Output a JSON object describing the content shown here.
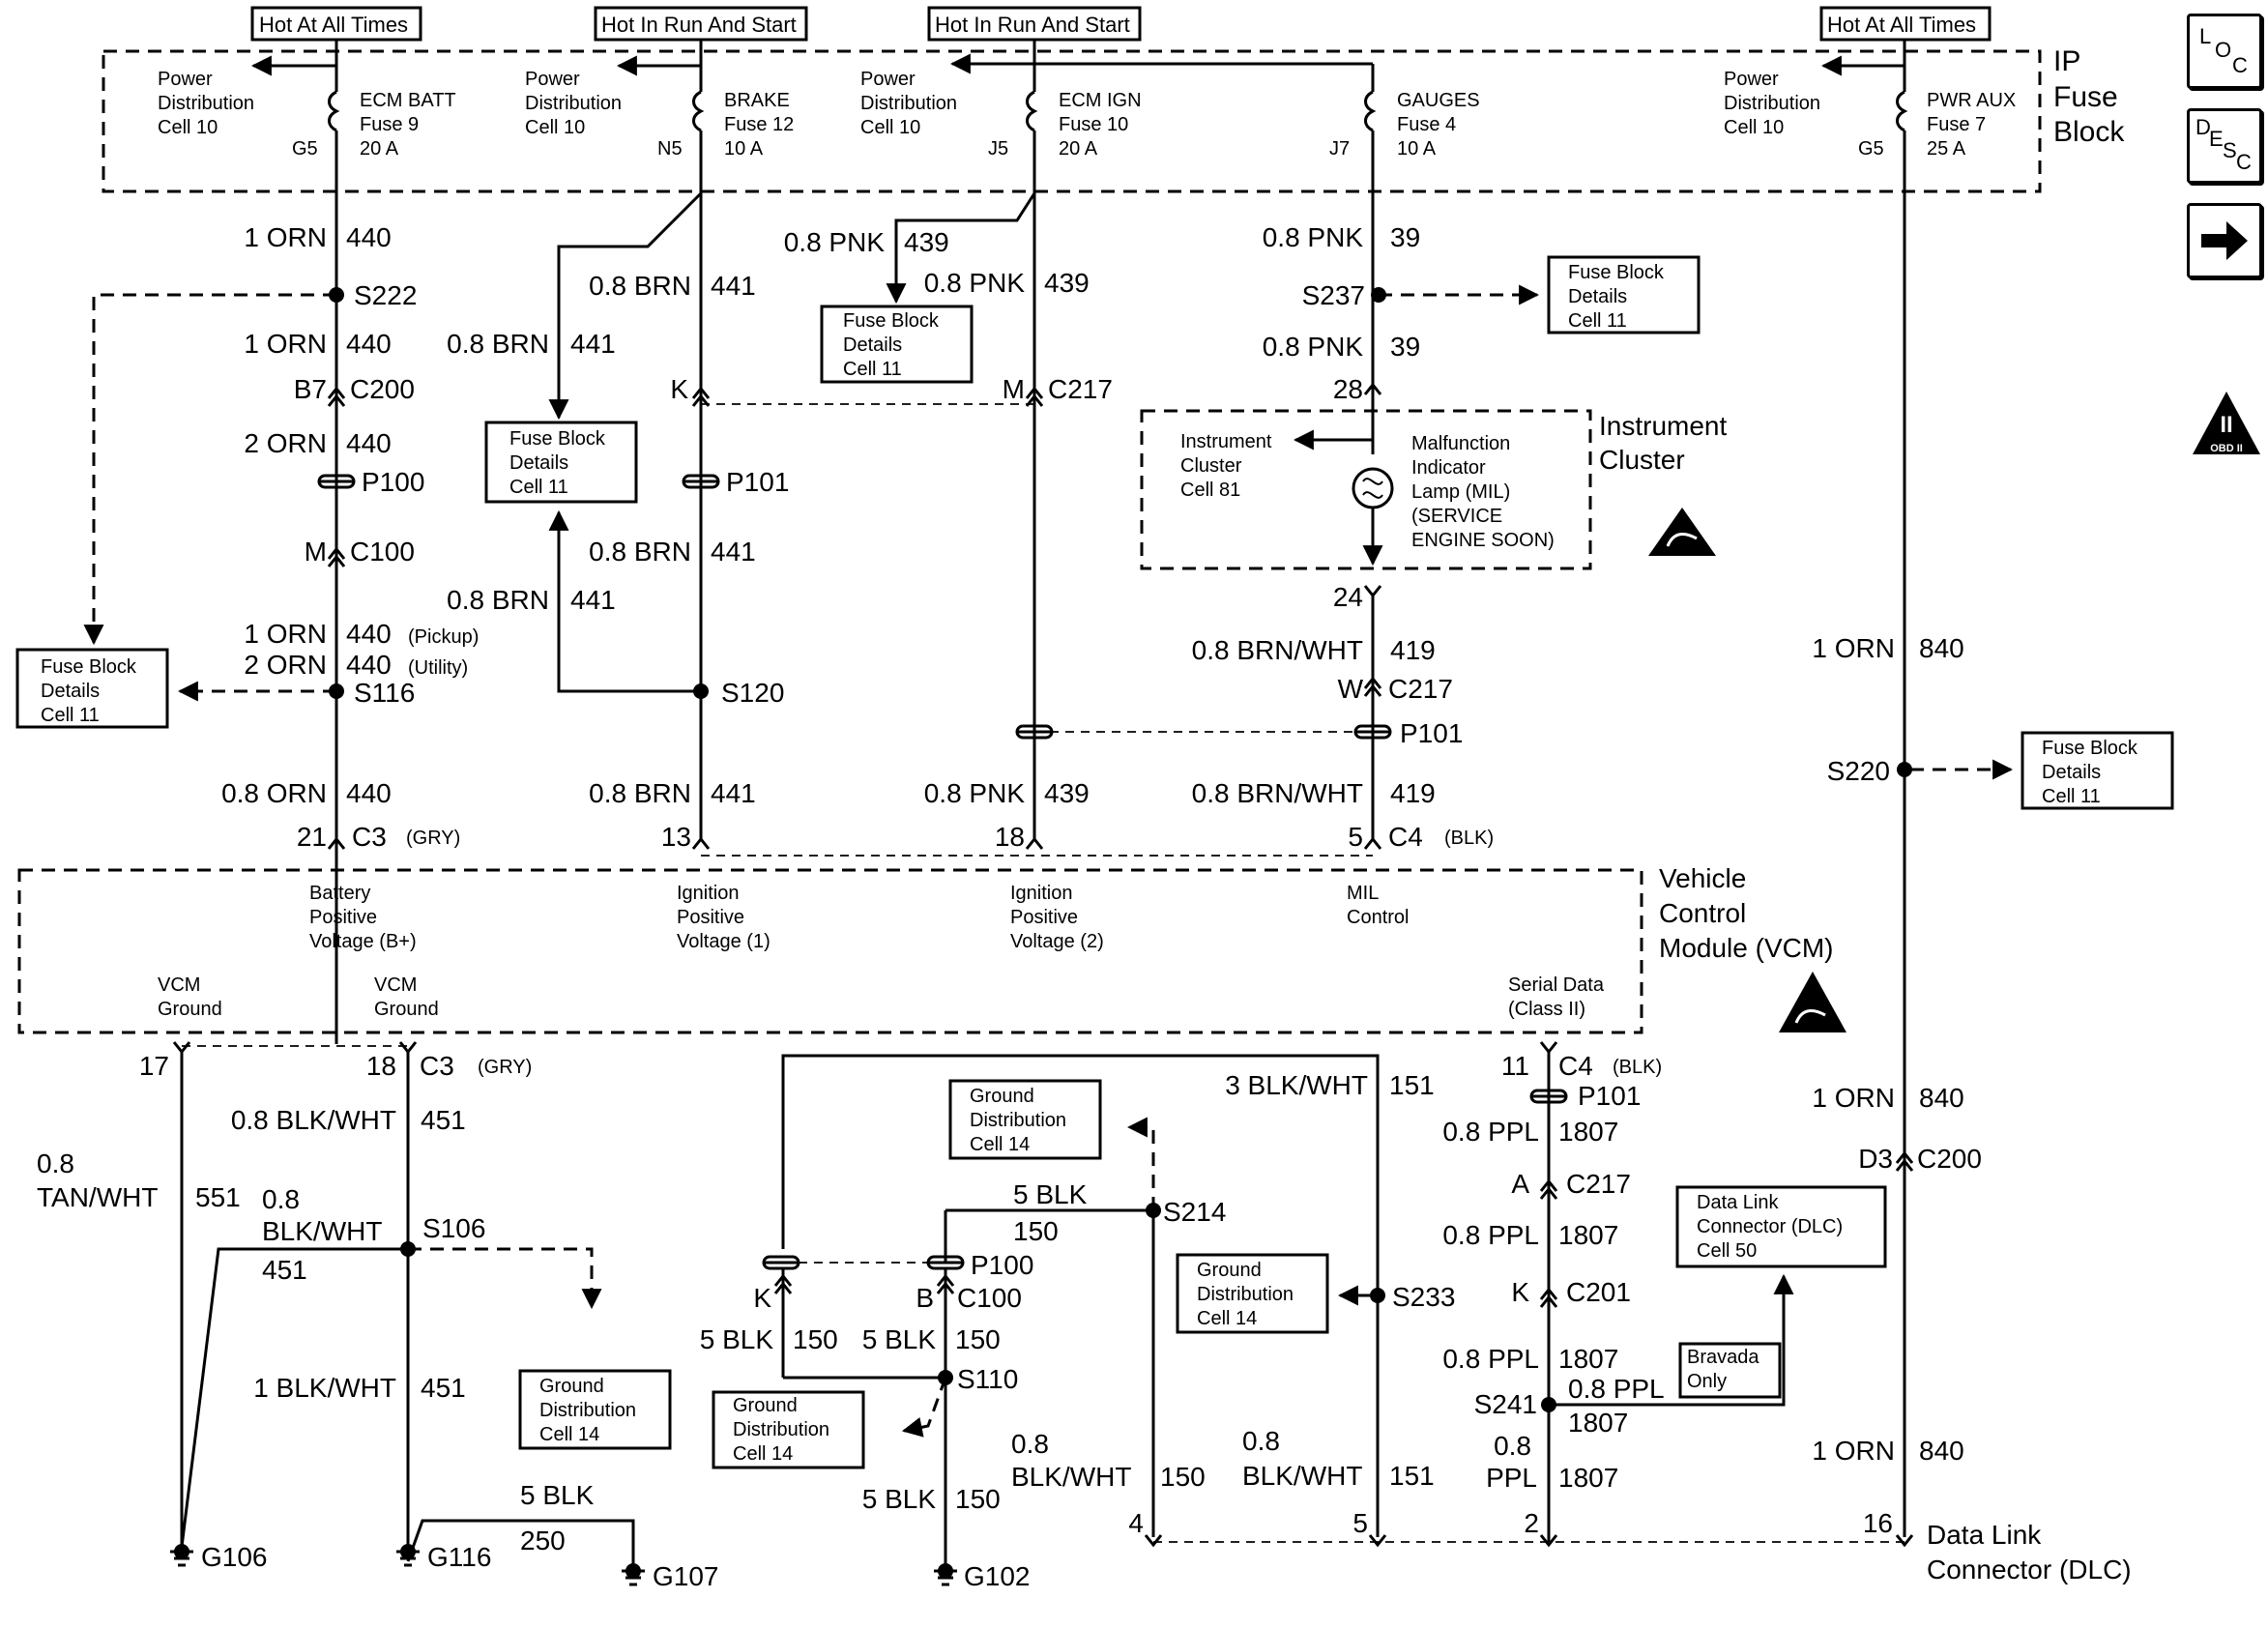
{
  "side_buttons": {
    "loc": {
      "l": "L",
      "o": "O",
      "c": "C"
    },
    "desc": {
      "d": "D",
      "e": "E",
      "s": "S",
      "c": "C"
    },
    "next_icon": "arrow-right-icon",
    "obd_label": "OBD II",
    "obd_roman": "II"
  },
  "headers": {
    "h1": "Hot At All Times",
    "h2": "Hot In Run And Start",
    "h3": "Hot In Run And Start",
    "h4": "Hot At All Times"
  },
  "ip_fuse_block": {
    "title": [
      "IP",
      "Fuse",
      "Block"
    ],
    "fuses": [
      {
        "pd": [
          "Power",
          "Distribution",
          "Cell 10"
        ],
        "name": "ECM BATT",
        "fuse": "Fuse 9",
        "amps": "20 A",
        "pin": "G5"
      },
      {
        "pd": [
          "Power",
          "Distribution",
          "Cell 10"
        ],
        "name": "BRAKE",
        "fuse": "Fuse 12",
        "amps": "10 A",
        "pin": "N5"
      },
      {
        "pd": [
          "Power",
          "Distribution",
          "Cell 10"
        ],
        "name": "ECM IGN",
        "fuse": "Fuse 10",
        "amps": "20 A",
        "pin": "J5"
      },
      {
        "pd": [],
        "name": "GAUGES",
        "fuse": "Fuse 4",
        "amps": "10 A",
        "pin": "J7"
      },
      {
        "pd": [
          "Power",
          "Distribution",
          "Cell 10"
        ],
        "name": "PWR AUX",
        "fuse": "Fuse 7",
        "amps": "25 A",
        "pin": "G5"
      }
    ]
  },
  "refboxes": {
    "fbd_a": [
      "Fuse Block",
      "Details",
      "Cell 11"
    ],
    "fbd_b": [
      "Fuse Block",
      "Details",
      "Cell 11"
    ],
    "fbd_c": [
      "Fuse Block",
      "Details",
      "Cell 11"
    ],
    "fbd_d": [
      "Fuse Block",
      "Details",
      "Cell 11"
    ],
    "fbd_e": [
      "Fuse Block",
      "Details",
      "Cell 11"
    ],
    "gd_a": [
      "Ground",
      "Distribution",
      "Cell 14"
    ],
    "gd_b": [
      "Ground",
      "Distribution",
      "Cell 14"
    ],
    "gd_c": [
      "Ground",
      "Distribution",
      "Cell 14"
    ],
    "gd_d": [
      "Ground",
      "Distribution",
      "Cell 14"
    ],
    "dlc_ref": [
      "Data Link",
      "Connector (DLC)",
      "Cell 50"
    ],
    "bravada": [
      "Bravada",
      "Only"
    ]
  },
  "cluster": {
    "title": [
      "Instrument",
      "Cluster"
    ],
    "ref": [
      "Instrument",
      "Cluster",
      "Cell 81"
    ],
    "mil": [
      "Malfunction",
      "Indicator",
      "Lamp (MIL)",
      "(SERVICE",
      "ENGINE SOON)"
    ]
  },
  "vcm": {
    "title": [
      "Vehicle",
      "Control",
      "Module (VCM)"
    ],
    "bplus": [
      "Battery",
      "Positive",
      "Voltage (B+)"
    ],
    "ign1": [
      "Ignition",
      "Positive",
      "Voltage (1)"
    ],
    "ign2": [
      "Ignition",
      "Positive",
      "Voltage (2)"
    ],
    "mil": [
      "MIL",
      "Control"
    ],
    "gnd1": [
      "VCM",
      "Ground"
    ],
    "gnd2": [
      "VCM",
      "Ground"
    ],
    "serial": [
      "Serial Data",
      "(Class II)"
    ]
  },
  "dlc": {
    "title": [
      "Data Link",
      "Connector (DLC)"
    ]
  },
  "wires": {
    "w440": "1 ORN",
    "c440": "440",
    "w440b": "1 ORN",
    "c440b": "440",
    "w440c": "2 ORN",
    "c440c": "440",
    "w440p": "1 ORN",
    "c440p": "440",
    "p440p": "(Pickup)",
    "w440u": "2 ORN",
    "c440u": "440",
    "p440u": "(Utility)",
    "w440d": "0.8 ORN",
    "c440d": "440",
    "w441": "0.8 BRN",
    "c441": "441",
    "w441b": "0.8 BRN",
    "c441b": "441",
    "w441c": "0.8 BRN",
    "c441c": "441",
    "w441d": "0.8 BRN",
    "c441d": "441",
    "w441e": "0.8 BRN",
    "c441e": "441",
    "w439": "0.8 PNK",
    "c439": "439",
    "w439b": "0.8 PNK",
    "c439b": "439",
    "w439c": "0.8 PNK",
    "c439c": "439",
    "w39": "0.8 PNK",
    "c39": "39",
    "w39b": "0.8 PNK",
    "c39b": "39",
    "w419": "0.8 BRN/WHT",
    "c419": "419",
    "w419b": "0.8 BRN/WHT",
    "c419b": "419",
    "w840": "1 ORN",
    "c840": "840",
    "w840b": "1 ORN",
    "c840b": "840",
    "w840c": "1 ORN",
    "c840c": "840",
    "w451": "0.8 BLK/WHT",
    "c451": "451",
    "w451b1": "0.8",
    "w451b2": "BLK/WHT",
    "c451b": "451",
    "w451c": "1 BLK/WHT",
    "c451c": "451",
    "w551a": "0.8",
    "w551b": "TAN/WHT",
    "c551": "551",
    "w250": "5 BLK",
    "c250": "250",
    "w151": "3 BLK/WHT",
    "c151": "151",
    "w150": "5 BLK",
    "c150": "150",
    "w150k": "5 BLK",
    "c150k": "150",
    "w150b": "5 BLK",
    "c150b": "150",
    "w150c": "5 BLK",
    "c150c": "150",
    "w150d1": "0.8",
    "w150d2": "BLK/WHT",
    "c150d": "150",
    "w151b1": "0.8",
    "w151b2": "BLK/WHT",
    "c151b": "151",
    "w1807": "0.8 PPL",
    "c1807": "1807",
    "w1807b": "0.8 PPL",
    "c1807b": "1807",
    "w1807c": "0.8 PPL",
    "c1807c": "1807",
    "w1807d": "0.8 PPL",
    "c1807d": "1807",
    "w1807e1": "0.8",
    "w1807e2": "PPL",
    "c1807e": "1807"
  },
  "connectors": {
    "b7": "B7",
    "c200": "C200",
    "k1": "K",
    "m1": "M",
    "c217": "C217",
    "p28": "28",
    "p100": "P100",
    "p101": "P101",
    "m2": "M",
    "c100": "C100",
    "p24": "24",
    "w1": "W",
    "c217b": "C217",
    "p101b": "P101",
    "p21": "21",
    "c3": "C3",
    "gry": "(GRY)",
    "p13": "13",
    "p18": "18",
    "p5": "5",
    "c4": "C4",
    "blk": "(BLK)",
    "p17": "17",
    "p18b": "18",
    "c3b": "C3",
    "gryb": "(GRY)",
    "p11": "11",
    "c4b": "C4",
    "blkb": "(BLK)",
    "p101c": "P101",
    "a": "A",
    "c217c": "C217",
    "k3": "K",
    "c201": "C201",
    "d3": "D3",
    "c200b": "C200",
    "kb": "K",
    "bb": "B",
    "c100b": "C100",
    "p100b": "P100",
    "p4": "4",
    "p5b": "5",
    "p2": "2",
    "p16": "16"
  },
  "splices": {
    "s222": "S222",
    "s237": "S237",
    "s116": "S116",
    "s120": "S120",
    "s220": "S220",
    "s106": "S106",
    "s214": "S214",
    "s233": "S233",
    "s110": "S110",
    "s241": "S241"
  },
  "grounds": {
    "g106": "G106",
    "g116": "G116",
    "g107": "G107",
    "g102": "G102"
  }
}
